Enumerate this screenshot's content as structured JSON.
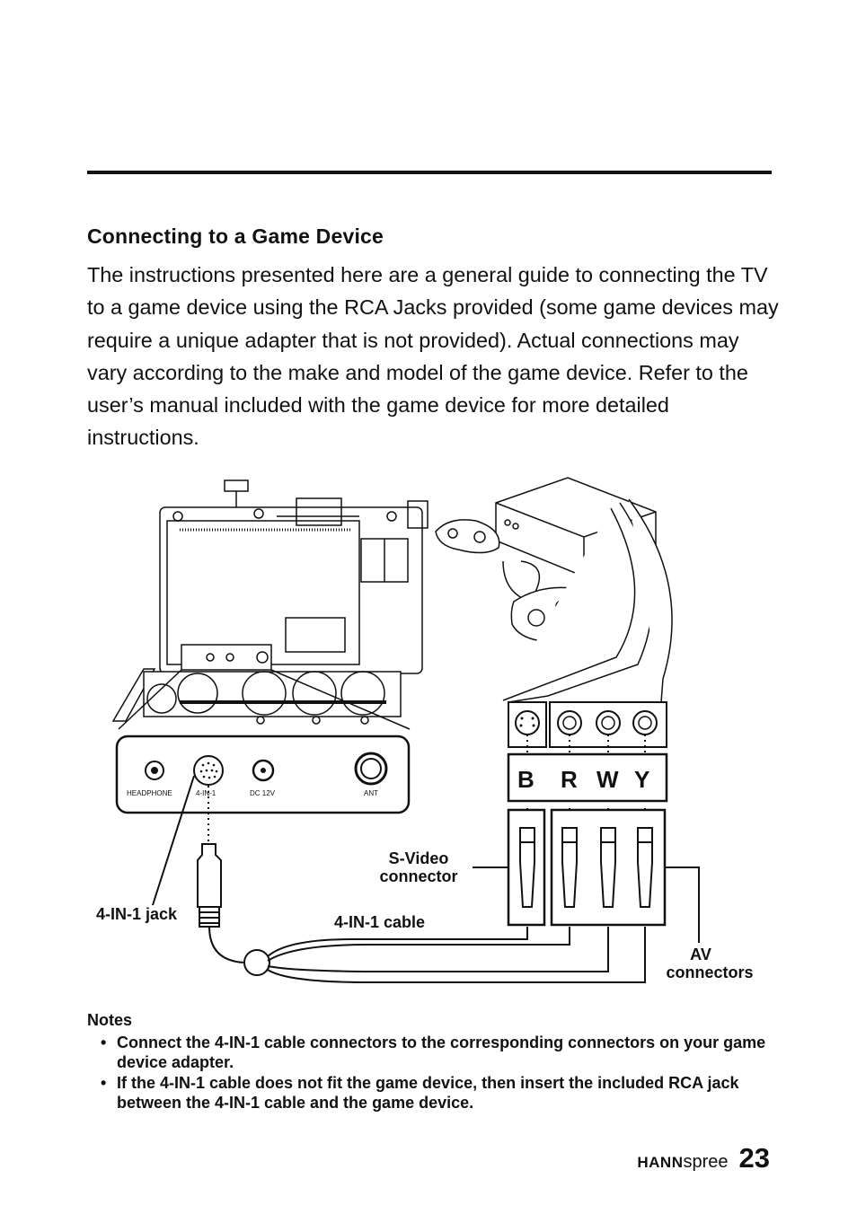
{
  "section": {
    "heading": "Connecting to a Game Device",
    "intro": "The instructions presented here are a general guide to connecting the TV to a game device using the RCA Jacks provided (some game devices may require a unique adapter that is not provided). Actual connections may vary according to the make and model of the game device. Refer to the user’s manual included with the game device for more detailed instructions."
  },
  "figure": {
    "panel_labels": {
      "headphone": "HEADPHONE",
      "four_in_one": "4-IN-1",
      "dc": "DC 12V",
      "ant": "ANT"
    },
    "connector_letters": [
      "B",
      "R",
      "W",
      "Y"
    ],
    "callouts": {
      "svideo_line1": "S-Video",
      "svideo_line2": "connector",
      "jack": "4-IN-1 jack",
      "cable": "4-IN-1 cable",
      "av_line1": "AV",
      "av_line2": "connectors"
    }
  },
  "notes": {
    "title": "Notes",
    "items": [
      "Connect the 4-IN-1 cable connectors to the corresponding connectors on your game device adapter.",
      "If the 4-IN-1 cable does not fit the game device, then insert the included RCA jack between the 4-IN-1 cable and the game device."
    ]
  },
  "footer": {
    "brand_bold": "HANN",
    "brand_light": "spree",
    "page_number": "23"
  }
}
